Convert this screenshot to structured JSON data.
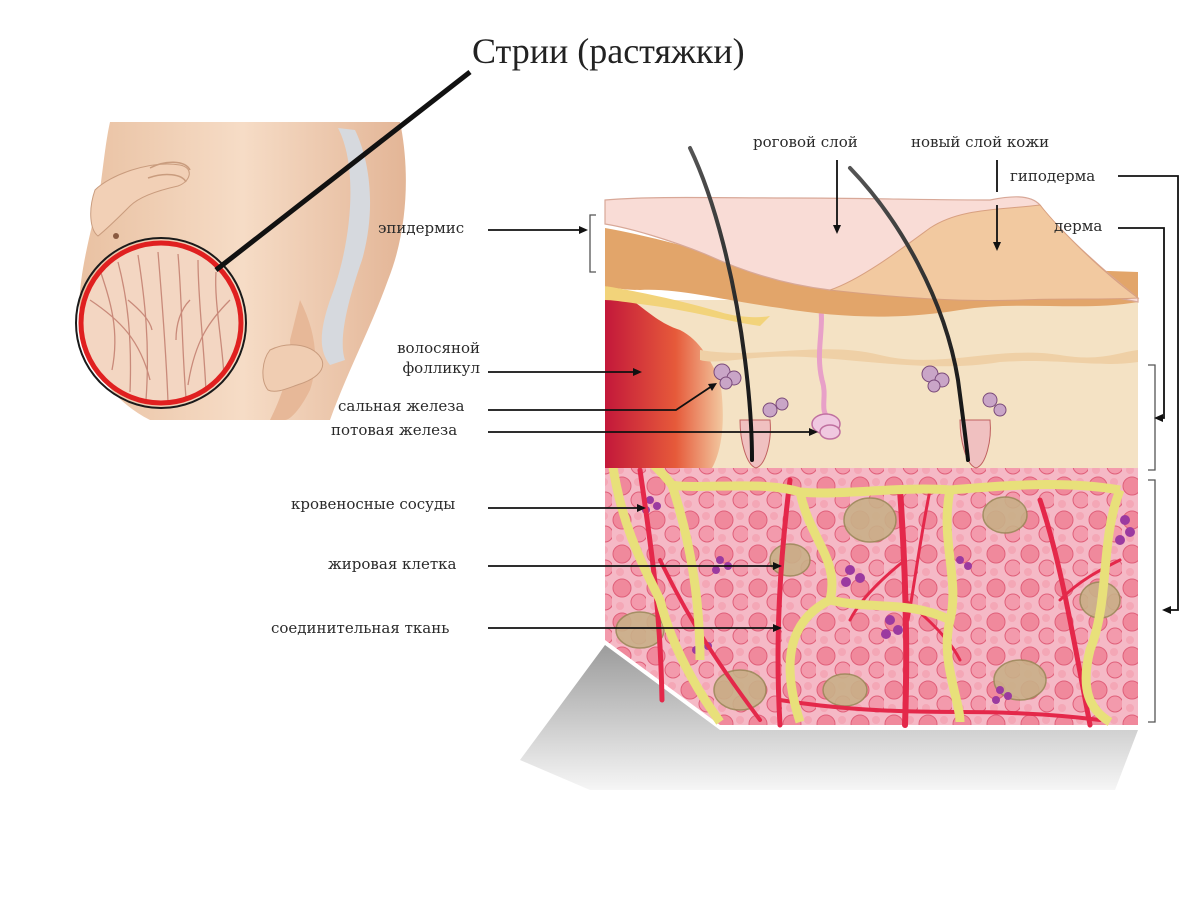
{
  "title": "Стрии (растяжки)",
  "labels": {
    "epidermis": "эпидермис",
    "hair_follicle_line1": "волосяной",
    "hair_follicle_line2": "фолликул",
    "sebaceous_gland": "сальная железа",
    "sweat_gland": "потовая железа",
    "blood_vessels": "кровеносные сосуды",
    "fat_cell": "жировая клетка",
    "connective_tissue": "соединительная ткань",
    "stratum_corneum": "роговой слой",
    "new_skin_layer": "новый слой кожи",
    "hypodermis": "гиподерма",
    "dermis": "дерма"
  },
  "colors": {
    "highlight_circle": "#e02020",
    "skin": "#f0cfb4",
    "epidermis_top": "#f9dcd6",
    "dermis_band": "#e2a56a",
    "fat_tissue": "#f2aebf",
    "connective_band": "#e8e07a",
    "vessel": "#e4284a",
    "gland": "#9b3aa0"
  }
}
